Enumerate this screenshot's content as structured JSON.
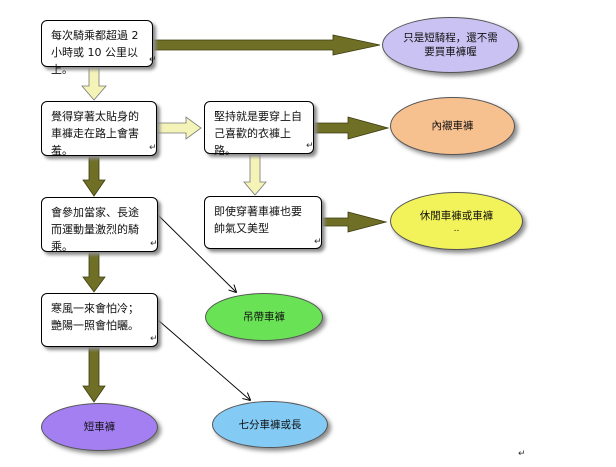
{
  "boxes": {
    "b1": "每次騎乘都超過 2 小時或 10 公里以上。",
    "b2": "覺得穿著太貼身的車褲走在路上會害羞。",
    "b3": "堅持就是要穿上自己喜歡的衣褲上路。",
    "b4": "即使穿著車褲也要帥氣又美型",
    "b5": "會參加當家、長途而運動量激烈的騎乘。",
    "b6": "寒風一來會怕冷；艷陽一照會怕曬。"
  },
  "ovals": {
    "o1": "只是短騎程，還不需要買車褲喔",
    "o2": "內襯車褲",
    "o3": "休閒車褲或車褲",
    "o3_sub": "..",
    "o4": "吊帶車褲",
    "o5": "短車褲",
    "o6": "七分車褲或長"
  },
  "colors": {
    "thick_arrow": "#6f6f26",
    "hollow_arrow": "#f4f4b8",
    "oval_lavender": "#c9c2f2",
    "oval_peach": "#f7c08f",
    "oval_yellow": "#f2f25b",
    "oval_green": "#69e255",
    "oval_violet": "#a47ff2",
    "oval_blue": "#83caf5"
  },
  "marks": {
    "end_mark": "↵"
  }
}
